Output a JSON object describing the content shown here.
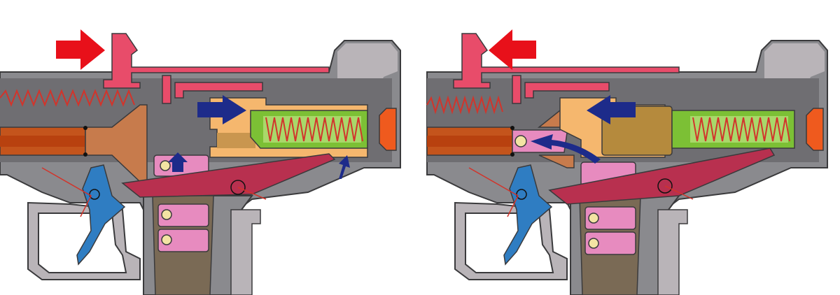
{
  "diagram": {
    "panels": [
      {
        "id": "left",
        "state": "cocked"
      },
      {
        "id": "right",
        "state": "firing"
      }
    ],
    "colors": {
      "background": "#ffffff",
      "receiver": "#8a8a8e",
      "receiver_light": "#b9b4b8",
      "receiver_dark": "#6f6e72",
      "outline": "#3a3a3c",
      "charging_handle": "#e84c6a",
      "barrel": "#c4541c",
      "barrel_core": "#b8410f",
      "bolt_front": "#c77b4c",
      "bolt_tan": "#f5b76e",
      "bolt_tan_dark": "#c9964f",
      "bolt_gold": "#b58a3d",
      "spring": "#d2342b",
      "spring_guide": "#7cc035",
      "recoil_cap": "#ef5a1e",
      "trigger": "#2f7dc2",
      "sear": "#b8304f",
      "magazine": "#e78bbf",
      "magazine_body": "#7a6a55",
      "cartridge": "#f3e3a3",
      "arrow_red": "#e8101a",
      "arrow_blue": "#1d2b8a"
    },
    "icons": [
      "push-right-arrow",
      "push-left-arrow",
      "forward-arrow",
      "upward-arrow",
      "feed-arrow"
    ]
  }
}
